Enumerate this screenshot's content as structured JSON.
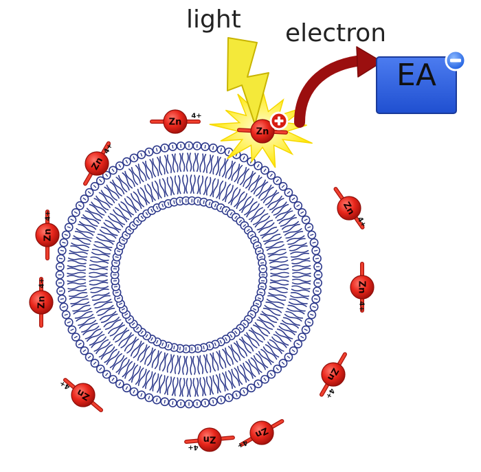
{
  "labels": {
    "light": "light",
    "electron": "electron",
    "acceptor": "EA"
  },
  "porphyrin": {
    "element": "Zn",
    "charge": "4+"
  },
  "excited_porphyrin": {
    "element": "Zn"
  },
  "vesicle": {
    "head_group_charge": "−",
    "outer_heads": 100,
    "inner_heads": 78
  },
  "colors": {
    "lipid": "#2e3a8c",
    "porphyrin_red": "#e8261b",
    "porphyrin_dark": "#a8120c",
    "flash_yellow": "#fff15a",
    "bolt_yellow": "#f4e93a",
    "arrow_red": "#9b0f0f",
    "acceptor_blue": "#2f62e3",
    "minus_badge": "#3a80ff"
  },
  "icons": {
    "light": "lightning-bolt-icon",
    "transfer": "curved-arrow-icon",
    "oxidized": "plus-circle-icon",
    "reduced": "minus-circle-icon"
  }
}
